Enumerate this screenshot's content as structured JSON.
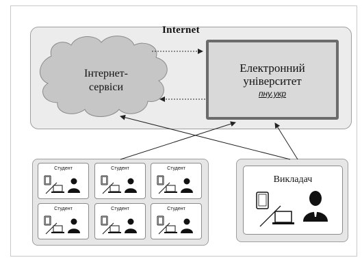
{
  "internet": {
    "title": "Internet"
  },
  "cloud": {
    "label_line1": "Інтернет-",
    "label_line2": "сервіси"
  },
  "university": {
    "title_line1": "Електронний",
    "title_line2": "університет",
    "site": "пну.укр"
  },
  "students": {
    "cards": [
      {
        "label": "Студент"
      },
      {
        "label": "Студент"
      },
      {
        "label": "Студент"
      },
      {
        "label": "Студент"
      },
      {
        "label": "Студент"
      },
      {
        "label": "Студент"
      }
    ]
  },
  "teacher": {
    "label": "Викладач"
  },
  "colors": {
    "cloud_fill": "#c6c6c6",
    "container_fill": "#ececec",
    "panel_fill": "#e6e6e6",
    "university_fill": "#d9d9d9",
    "university_border": "#6b6b6b",
    "arrow": "#222222"
  }
}
